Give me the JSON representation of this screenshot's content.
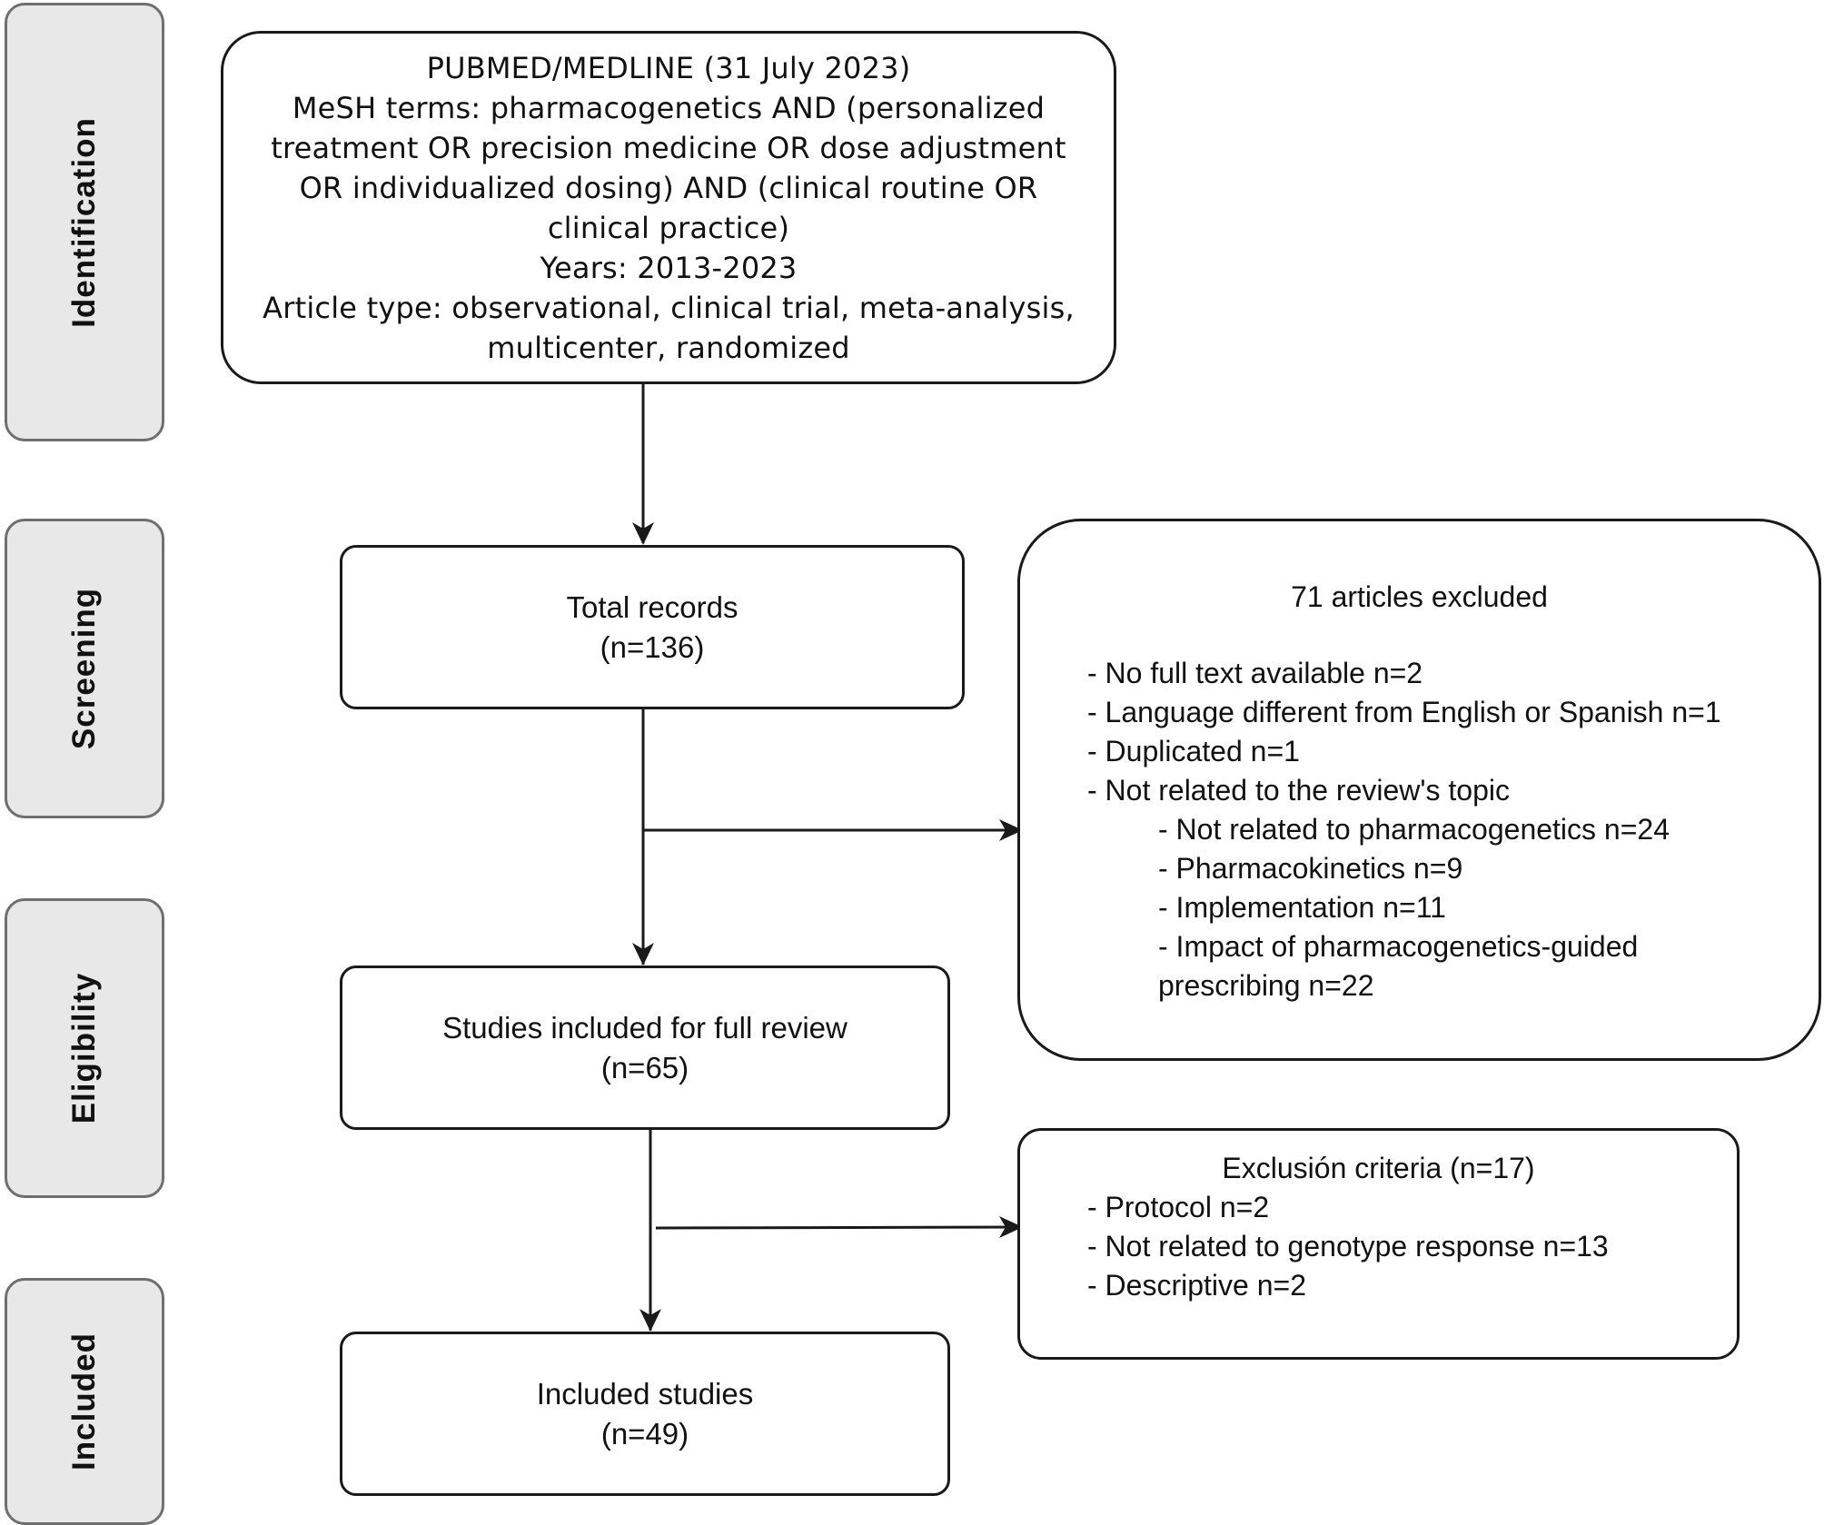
{
  "stages": {
    "identification": "Identification",
    "screening": "Screening",
    "eligibility": "Eligibility",
    "included": "Included"
  },
  "search": {
    "lines": [
      "PUBMED/MEDLINE (31 July 2023)",
      "MeSH terms: pharmacogenetics AND (personalized",
      "treatment OR precision medicine OR dose adjustment",
      "OR individualized dosing) AND (clinical routine OR",
      "clinical practice)",
      "Years: 2013-2023",
      "Article type: observational, clinical trial, meta-analysis,",
      "multicenter, randomized"
    ]
  },
  "total_records": {
    "label": "Total records",
    "count": "(n=136)"
  },
  "excluded_articles": {
    "title": "71 articles excluded",
    "items": [
      "- No full text available n=2",
      "- Language different from English or Spanish n=1",
      "- Duplicated n=1",
      "- Not related to the review's topic"
    ],
    "subitems": [
      "- Not related to pharmacogenetics n=24",
      "- Pharmacokinetics n=9",
      "- Implementation n=11",
      "- Impact of pharmacogenetics-guided",
      "prescribing n=22"
    ]
  },
  "full_review": {
    "label": "Studies included for full review",
    "count": "(n=65)"
  },
  "exclusion_criteria": {
    "title": "Exclusión criteria (n=17)",
    "items": [
      "- Protocol n=2",
      "- Not related to genotype response n=13",
      "- Descriptive n=2"
    ]
  },
  "included_studies": {
    "label": "Included studies",
    "count": "(n=49)"
  },
  "colors": {
    "stage_fill": "#e8e8e8",
    "stage_border": "#6f6f6f",
    "box_border": "#1a1a1a",
    "arrow": "#1a1a1a"
  }
}
